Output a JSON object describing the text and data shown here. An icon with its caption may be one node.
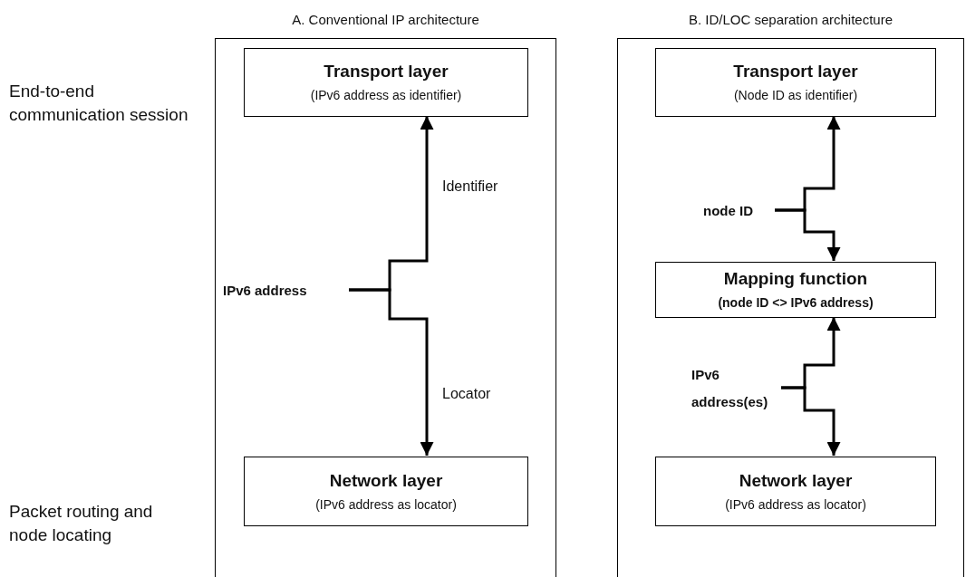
{
  "diagram": {
    "nodes": [
      {
        "text": [
          "A. Conventional IP architecture"
        ]
      },
      {
        "text": [
          "Transport layer",
          "(IPv6 address as identifier)"
        ],
        "in": 0
      },
      {
        "text": [
          "Network layer",
          "(IPv6 address as locator)"
        ],
        "in": 0
      },
      {
        "text": [
          "IPv6 address"
        ],
        "in": 0
      },
      {
        "text": [
          "B. ID/LOC separation architecture"
        ]
      },
      {
        "text": [
          "Transport layer",
          "(Node ID as identifier)"
        ],
        "in": 4
      },
      {
        "text": [
          "Mapping function",
          "(node ID <> IPv6 address)"
        ],
        "in": 4
      },
      {
        "text": [
          "Network layer",
          "(IPv6 address as locator)"
        ],
        "in": 4
      },
      {
        "text": [
          "node ID"
        ],
        "in": 4
      },
      {
        "text": [
          "IPv6 address(es)"
        ],
        "in": 4
      }
    ],
    "edges": [
      {
        "from": 3,
        "to": 1,
        "arrow": "to",
        "label": "Identifier"
      },
      {
        "from": 3,
        "to": 2,
        "arrow": "to",
        "label": "Locator"
      },
      {
        "from": 8,
        "to": 5,
        "arrow": "to"
      },
      {
        "from": 8,
        "to": 6,
        "arrow": "to"
      },
      {
        "from": 9,
        "to": 6,
        "arrow": "to"
      },
      {
        "from": 9,
        "to": 7,
        "arrow": "to"
      }
    ],
    "labels": [
      "End-to-end communication session",
      "Packet routing and node locating"
    ]
  }
}
